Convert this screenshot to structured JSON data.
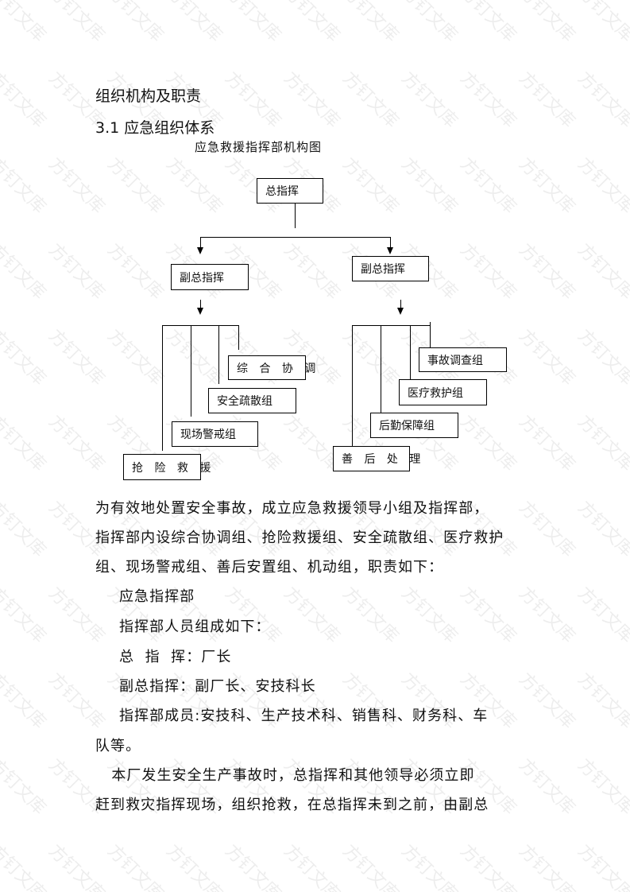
{
  "watermark": "方钉文库",
  "heading": "组织机构及职责",
  "section": "3.1  应急组织体系",
  "chart_title": "应急救援指挥部机构图",
  "org_chart": {
    "root": "总指挥",
    "left_deputy": "副总指挥",
    "right_deputy": "副总指挥",
    "left_groups": [
      "综 合 协 调",
      "安全疏散组",
      "现场警戒组",
      "抢 险 救 援"
    ],
    "right_groups": [
      "事故调查组",
      "医疗救护组",
      "后勤保障组",
      "善 后 处 理"
    ]
  },
  "body": [
    " 为有效地处置安全事故，成立应急救援领导小组及指挥部，",
    "指挥部内设综合协调组、抢险救援组、安全疏散组、医疗救护",
    "组、现场警戒组、善后安置组、机动组，职责如下：",
    "应急指挥部",
    "指挥部人员组成如下：",
    "总  指  挥：厂长",
    " 副总指挥：副厂长、安技科长",
    "指挥部成员:安技科、生产技术科、销售科、财务科、车",
    "队等。",
    "   本厂发生安全生产事故时，总指挥和其他领导必须立即",
    "赶到救灾指挥现场，组织抢救，在总指挥未到之前，由副总"
  ]
}
